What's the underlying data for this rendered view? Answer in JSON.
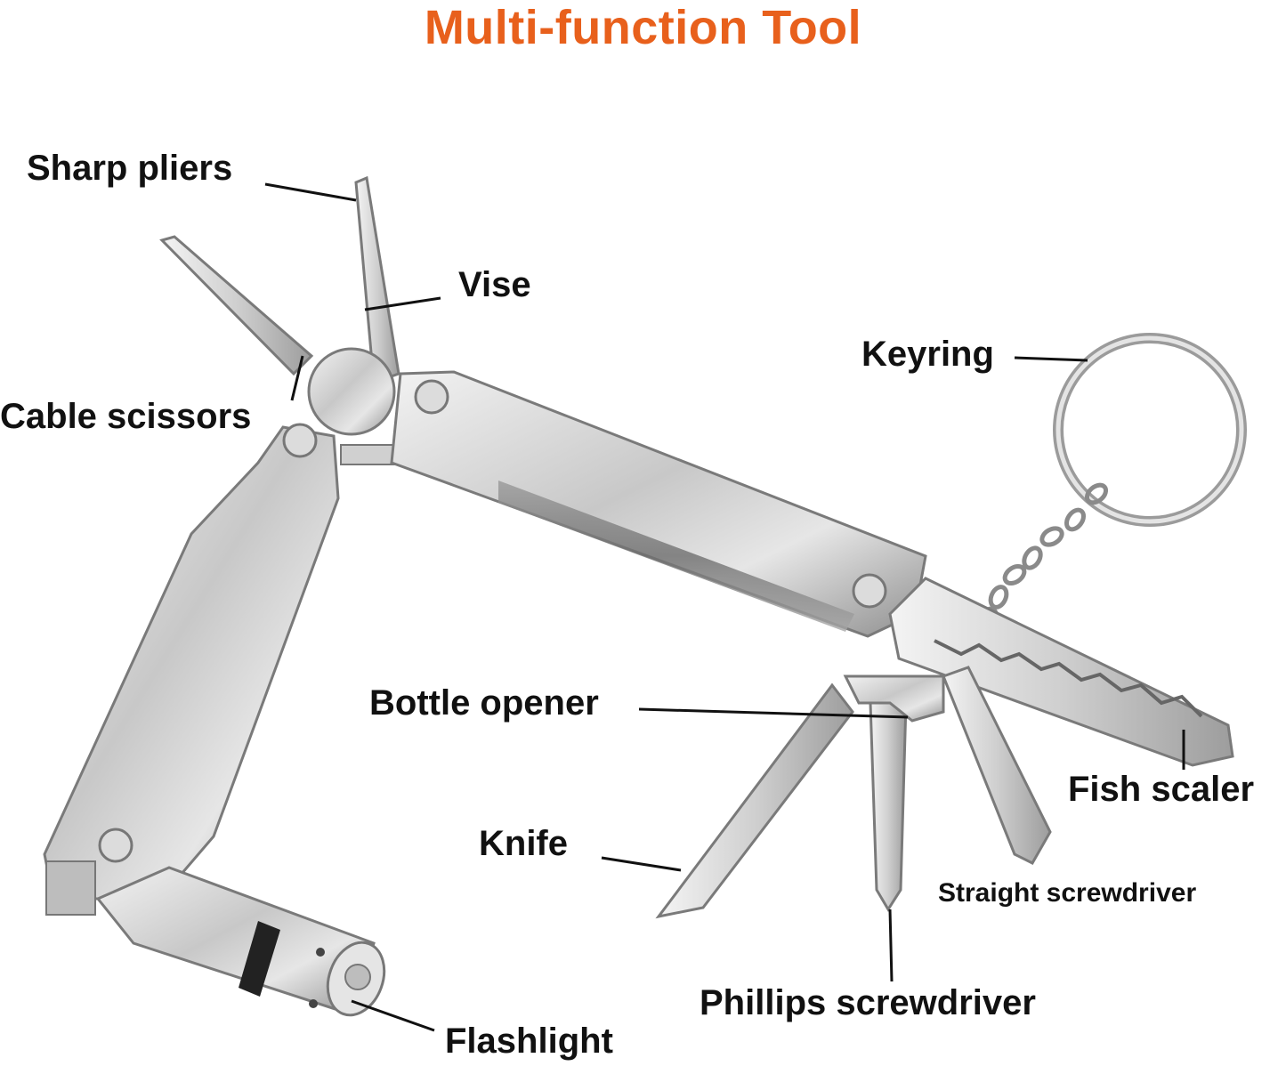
{
  "title": "Multi-function Tool",
  "colors": {
    "title": "#e8601c",
    "labels": "#111111",
    "background": "#ffffff",
    "steel": "#c9c9c9"
  },
  "labels": {
    "sharp_pliers": "Sharp pliers",
    "vise": "Vise",
    "cable_scissors": "Cable scissors",
    "keyring": "Keyring",
    "bottle_opener": "Bottle opener",
    "fish_scaler": "Fish scaler",
    "knife": "Knife",
    "straight_screwdriver": "Straight screwdriver",
    "phillips_screwdriver": "Phillips screwdriver",
    "flashlight": "Flashlight"
  }
}
